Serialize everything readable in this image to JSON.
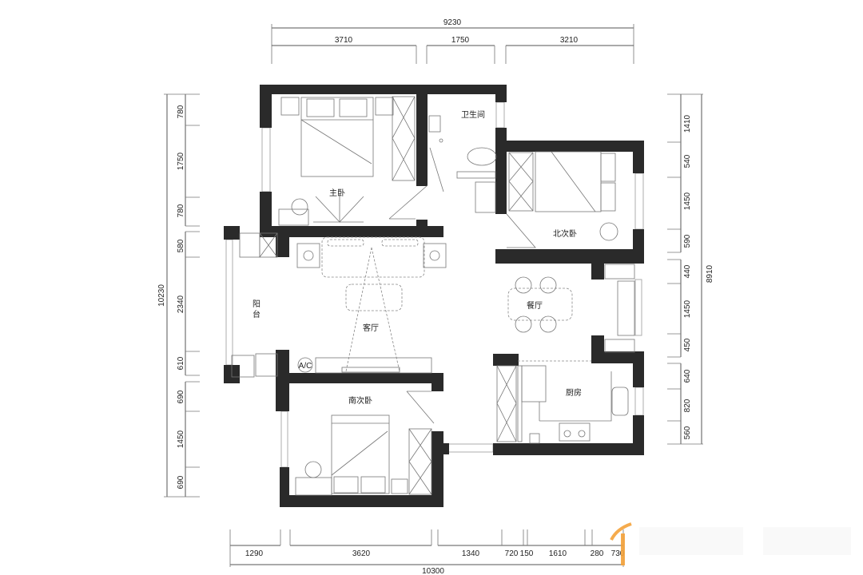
{
  "plan": {
    "rooms": {
      "master_bedroom": "主卧",
      "bathroom": "卫生间",
      "north_bedroom": "北次卧",
      "balcony_1": "阳",
      "balcony_2": "台",
      "living_room": "客厅",
      "dining_room": "餐厅",
      "kitchen": "厨房",
      "south_bedroom": "南次卧",
      "ac_label": "A/C"
    },
    "dimensions": {
      "top_total": "9230",
      "top": [
        "3710",
        "1750",
        "3210"
      ],
      "left_total": "10230",
      "left": [
        "780",
        "1750",
        "780",
        "580",
        "2340",
        "610",
        "690",
        "1450",
        "690"
      ],
      "right_total": "8910",
      "right": [
        "1410",
        "540",
        "1450",
        "590",
        "440",
        "1450",
        "450",
        "640",
        "820",
        "560"
      ],
      "bottom_total": "10300",
      "bottom": [
        "1290",
        "3620",
        "1340",
        "720",
        "150",
        "1610",
        "280",
        "730"
      ]
    },
    "colors": {
      "wall": "#2a2a2a",
      "logo_accent": "#f5a33a"
    }
  }
}
